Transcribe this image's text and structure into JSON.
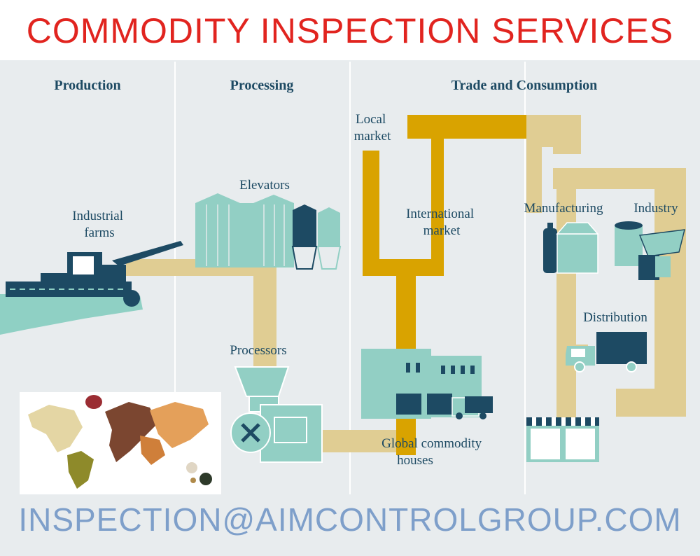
{
  "title": "COMMODITY INSPECTION SERVICES",
  "email": "INSPECTION@AIMCONTROLGROUP.COM",
  "stages": {
    "production": "Production",
    "processing": "Processing",
    "trade": "Trade and Consumption"
  },
  "nodes": {
    "farms": [
      "Industrial",
      "farms"
    ],
    "elevators": "Elevators",
    "processors": "Processors",
    "local_market": [
      "Local",
      "market"
    ],
    "international_market": [
      "International",
      "market"
    ],
    "global_houses": [
      "Global commodity",
      "houses"
    ],
    "manufacturing": "Manufacturing",
    "industry": "Industry",
    "distribution": "Distribution"
  },
  "colors": {
    "title": "#e1241f",
    "email": "#7e9fca",
    "background": "#e8ecee",
    "pale_flow": "#e0cd93",
    "strong_flow": "#d9a300",
    "teal": "#92cfc4",
    "navy": "#1d4a63"
  }
}
